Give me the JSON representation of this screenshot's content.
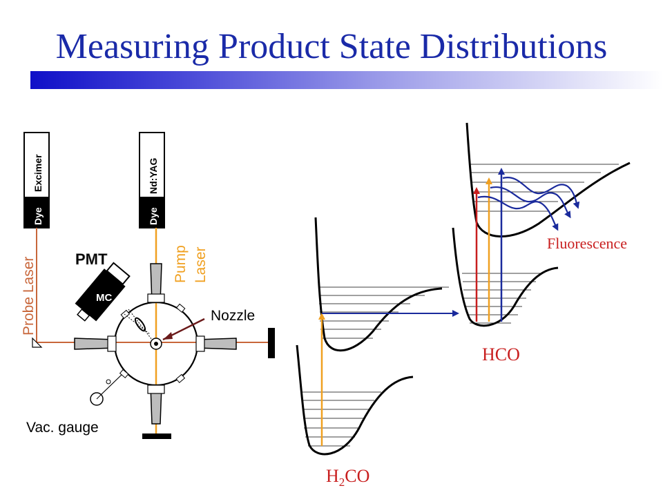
{
  "title": "Measuring Product State Distributions",
  "apparatus": {
    "probe_source": {
      "dye_label": "Dye",
      "laser_label": "Excimer"
    },
    "pump_source": {
      "dye_label": "Dye",
      "laser_label": "Nd:YAG"
    },
    "probe_beam_label": "Probe Laser",
    "pump_beam_label_line1": "Pump",
    "pump_beam_label_line2": "Laser",
    "pmt_label": "PMT",
    "mc_label": "MC",
    "nozzle_label": "Nozzle",
    "gauge_label": "Vac. gauge"
  },
  "energy_diagram": {
    "h2co_label": "H",
    "h2co_sub": "2",
    "h2co_suffix": "CO",
    "hco_label": "HCO",
    "fluorescence_label": "Fluorescence"
  },
  "colors": {
    "title": "#1a2aa8",
    "probe_beam": "#c8663a",
    "pump_beam": "#f0a020",
    "red_arrow": "#c81e1e",
    "blue_arrow": "#1a2a9c",
    "label_red": "#c81e1e"
  }
}
